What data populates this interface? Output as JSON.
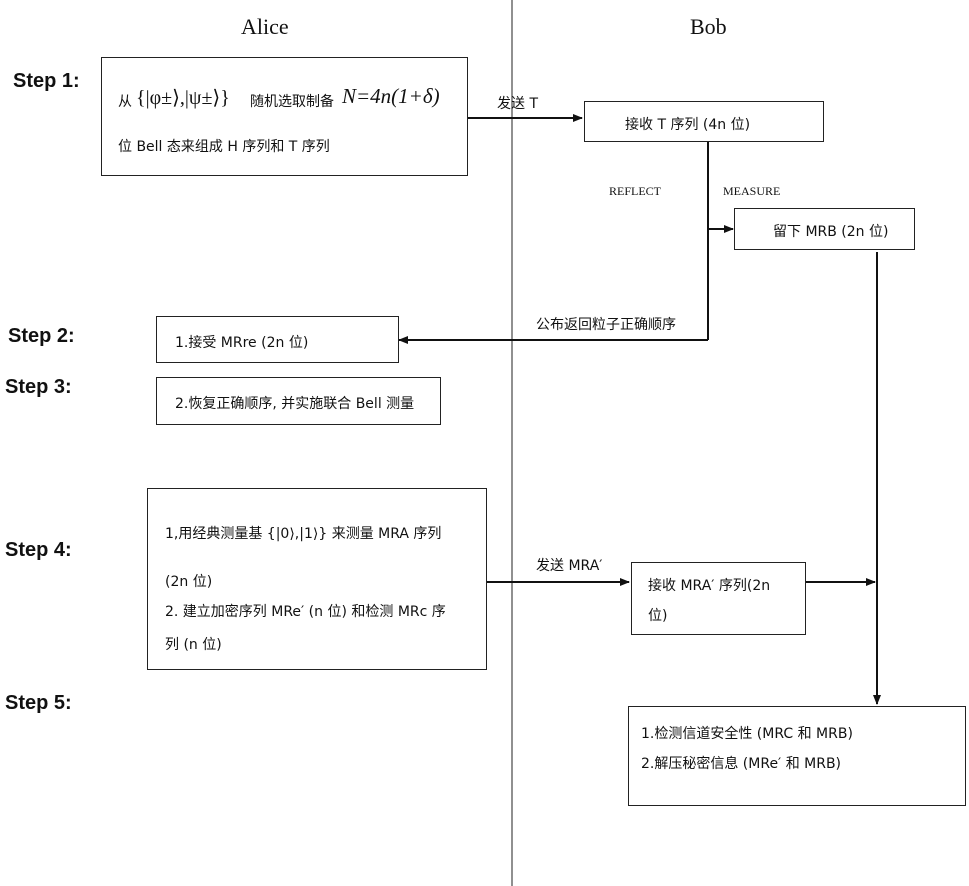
{
  "header": {
    "left": "Alice",
    "right": "Bob"
  },
  "steps": [
    "Step 1:",
    "Step 2:",
    "Step 3:",
    "Step 4:",
    "Step 5:"
  ],
  "alice": {
    "step1": {
      "line1_pre": "从",
      "set": "{|φ±⟩,|ψ±⟩}",
      "line1_mid": "随机选取制备",
      "formula": "N=4n(1+δ)",
      "line2": "位 Bell 态来组成 H 序列和 T 序列"
    },
    "step2": "1.接受 MRre (2n 位)",
    "step3": "2.恢复正确顺序, 并实施联合 Bell 测量",
    "step4": {
      "line1": "1,用经典测量基 {|0⟩,|1⟩} 来测量 MRA 序列",
      "line2": "(2n 位)",
      "line3": "2. 建立加密序列 MRe′ (n 位) 和检测 MRc 序",
      "line4": "列 (n 位)"
    }
  },
  "bob": {
    "receive_t": "接收 T 序列 (4n 位)",
    "keep": "留下 MRB (2n 位)",
    "receive_mra_line1": "接收 MRA′ 序列(2n",
    "receive_mra_line2": "位)",
    "step5_line1": "1.检测信道安全性 (MRC 和 MRB)",
    "step5_line2": "2.解压秘密信息 (MRe′ 和 MRB)"
  },
  "labels": {
    "send_t": "发送 T",
    "reflect": "REFLECT",
    "measure": "MEASURE",
    "announce": "公布返回粒子正确顺序",
    "send_mra": "发送 MRA′"
  }
}
